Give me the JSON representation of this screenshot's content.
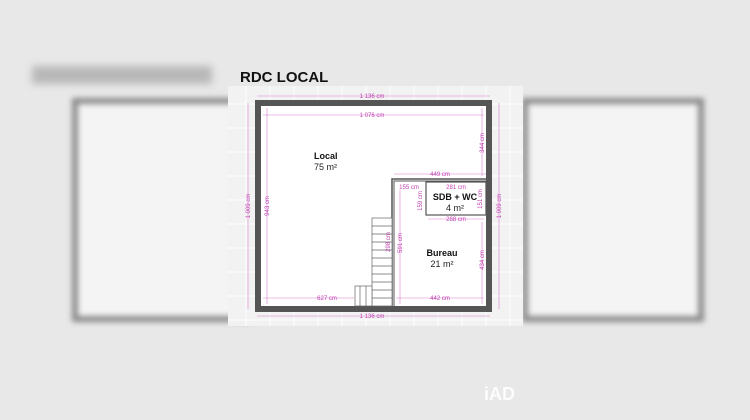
{
  "title": "RDC LOCAL",
  "logo": "iAD",
  "colors": {
    "dimension": "#c03fb0",
    "wall": "#555555",
    "background": "#e8e8e8"
  },
  "rooms": [
    {
      "name": "Local",
      "area": "75 m²"
    },
    {
      "name": "SDB + WC",
      "area": "4 m²"
    },
    {
      "name": "Bureau",
      "area": "21 m²"
    }
  ],
  "dimensions": {
    "top_outer": "1 136 cm",
    "top_inner": "1 076 cm",
    "right_upper": "344 cm",
    "partition_top": "449 cm",
    "corridor": "155 cm",
    "sdb_width": "281 cm",
    "corridor_height": "159 cm",
    "sdb_height": "151 cm",
    "sdb_bottom": "288 cm",
    "left_outer": "1 009 cm",
    "left_inner": "943 cm",
    "right_outer": "1 009 cm",
    "stair": "298 cm",
    "bureau_height": "591 cm",
    "right_lower": "434 cm",
    "bottom_left": "627 cm",
    "bottom_right": "442 cm",
    "bottom_outer": "1 136 cm"
  }
}
